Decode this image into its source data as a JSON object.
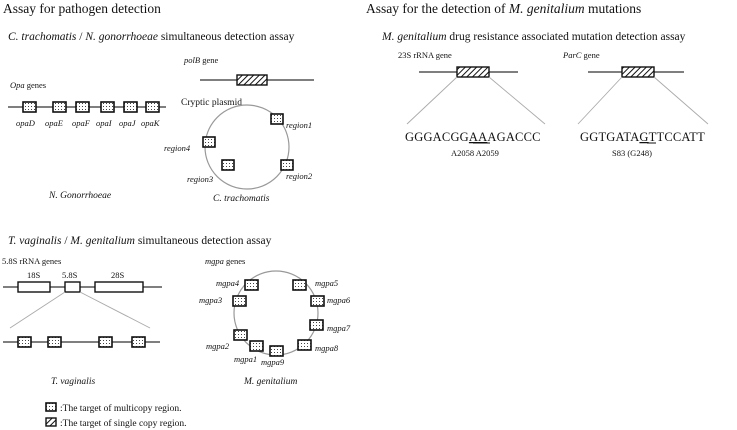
{
  "pathogen": {
    "title": "Assay for pathogen detection",
    "ctng": {
      "heading_species1": "C. trachomatis",
      "heading_sep": " / ",
      "heading_species2": "N. gonorrhoeae",
      "heading_rest": " simultaneous detection assay",
      "opa_label": "Opa",
      "opa_suffix": " genes",
      "opa_genes": [
        "opaD",
        "opaE",
        "opaF",
        "opaI",
        "opaJ",
        "opaK"
      ],
      "polb_label": "polB",
      "polb_suffix": " gene",
      "plasmid_label": "Cryptic plasmid",
      "regions": [
        "region1",
        "region2",
        "region3",
        "region4"
      ],
      "ng_species": "N. Gonorrhoeae",
      "ct_species": "C. trachomatis"
    },
    "tvmg": {
      "heading_species1": "T. vaginalis",
      "heading_sep": " / ",
      "heading_species2": "M. genitalium",
      "heading_rest": " simultaneous detection assay",
      "rrna_label": "5.8S rRNA genes",
      "rrna_parts": [
        "18S",
        "5.8S",
        "28S"
      ],
      "mgpa_label": "mgpa",
      "mgpa_suffix": " genes",
      "mgpa_genes": [
        "mgpa1",
        "mgpa2",
        "mgpa3",
        "mgpa4",
        "mgpa5",
        "mgpa6",
        "mgpa7",
        "mgpa8",
        "mgpa9"
      ],
      "tv_species": "T. vaginalis",
      "mg_species": "M. genitalium"
    }
  },
  "mutation": {
    "title_prefix": "Assay for the detection of ",
    "title_species": "M. genitalium",
    "title_suffix": " mutations",
    "heading_species": "M. genitalium",
    "heading_rest": " drug resistance  associated  mutation detection assay",
    "rrna_gene_label": "23S rRNA gene",
    "rrna_seq_pre": "GGGACGG",
    "rrna_seq_mut": "AA",
    "rrna_seq_post": "AGACCC",
    "rrna_positions": "A2058  A2059",
    "parc_label": "ParC",
    "parc_suffix": " gene",
    "parc_seq_pre": "GGTGATA",
    "parc_seq_mut": "G",
    "parc_seq_post": "TTCCATT",
    "parc_positions": "S83 (G248)"
  },
  "legend": {
    "multicopy": ":The target of multicopy region.",
    "single": ":The target of single copy region."
  }
}
